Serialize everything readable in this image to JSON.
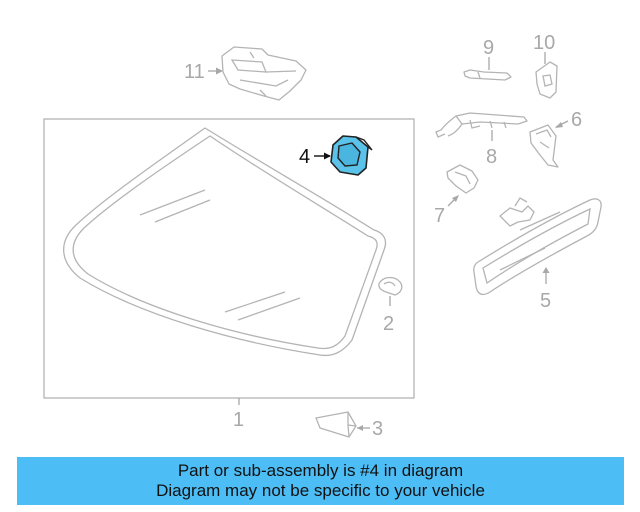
{
  "diagram": {
    "highlight_color": "#5bc3ea",
    "callouts": {
      "c1": "1",
      "c2": "2",
      "c3": "3",
      "c4": "4",
      "c5": "5",
      "c6": "6",
      "c7": "7",
      "c8": "8",
      "c9": "9",
      "c10": "10",
      "c11": "11"
    }
  },
  "footer": {
    "line1": "Part or sub-assembly is #4 in diagram",
    "line2": "Diagram may not be specific to your vehicle",
    "background": "#4dbdf5"
  }
}
